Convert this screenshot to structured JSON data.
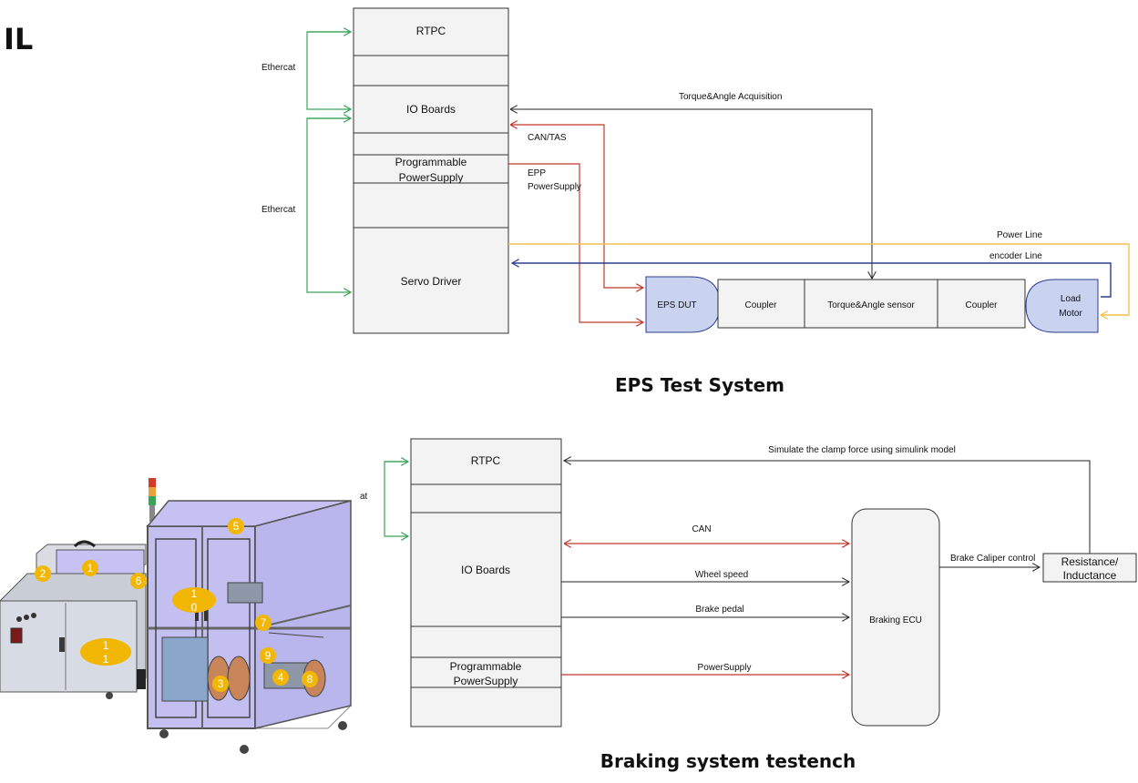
{
  "heading": "IL",
  "eps": {
    "title": "EPS Test System",
    "stack": {
      "rtpc": "RTPC",
      "io_boards": "IO Boards",
      "programmable": "Programmable",
      "power_supply": "PowerSupply",
      "servo_driver": "Servo Driver"
    },
    "links": {
      "ethercat_top": "Ethercat",
      "ethercat_bottom": "Ethercat",
      "torque_angle_acq": "Torque&Angle Acquisition",
      "can_tas": "CAN/TAS",
      "epp": "EPP",
      "epp_power": "PowerSupply",
      "power_line": "Power Line",
      "encoder_line": "encoder Line"
    },
    "chain": {
      "eps_dut": "EPS DUT",
      "coupler_1": "Coupler",
      "torque_sensor": "Torque&Angle sensor",
      "coupler_2": "Coupler",
      "load": "Load",
      "motor": "Motor"
    }
  },
  "braking": {
    "title": "Braking system testench",
    "stack": {
      "rtpc": "RTPC",
      "io_boards": "IO Boards",
      "programmable": "Programmable",
      "power_supply": "PowerSupply"
    },
    "links": {
      "ethercat_partial": "at",
      "simulate": "Simulate the clamp force using simulink model",
      "can": "CAN",
      "wheel_speed": "Wheel speed",
      "brake_pedal": "Brake pedal",
      "power_supply": "PowerSupply",
      "caliper": "Brake Caliper control"
    },
    "ecu": "Braking ECU",
    "resistance": "Resistance/",
    "inductance": "Inductance"
  },
  "machine_markers": [
    "1",
    "2",
    "5",
    "6",
    "1",
    "0",
    "7",
    "1",
    "1",
    "9",
    "3",
    "4",
    "8"
  ],
  "colors": {
    "green": "#3aa35a",
    "red": "#c0392b",
    "yellow": "#f2c14e",
    "blue": "#2c3e8f",
    "device_fill": "#c9d3f0",
    "marker": "#f2b705",
    "enclosure": "#b9b4ee"
  }
}
